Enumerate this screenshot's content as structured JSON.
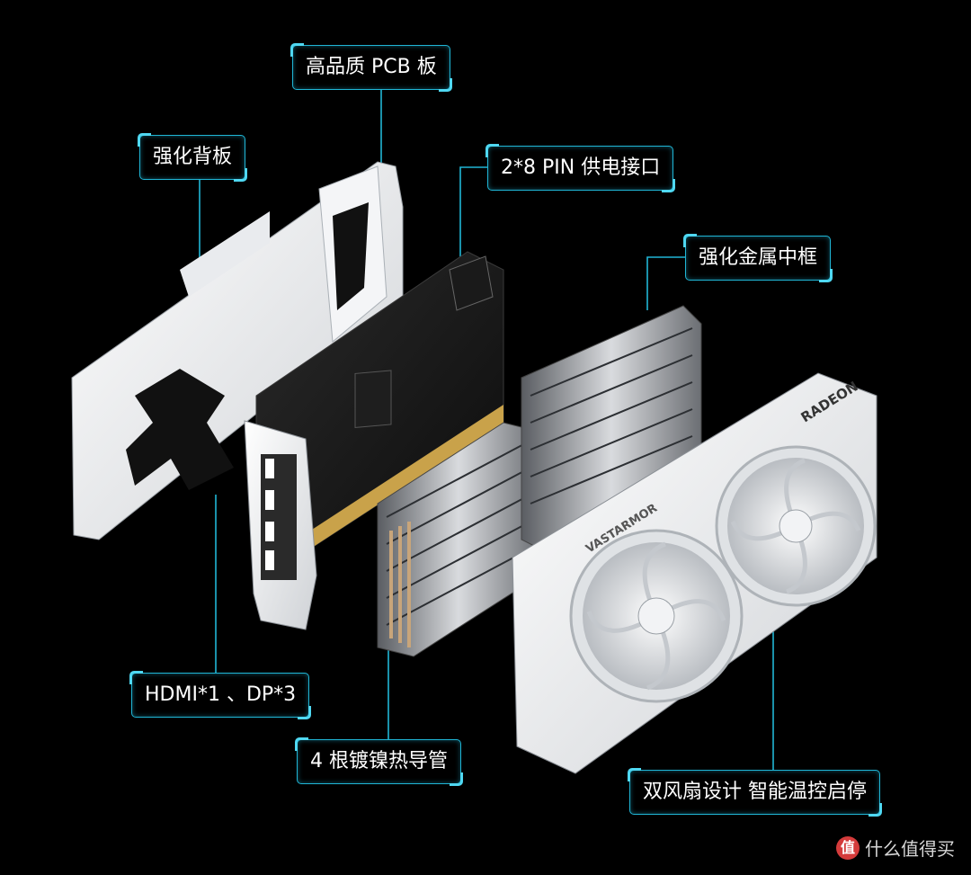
{
  "labels": {
    "pcb": "高品质 PCB 板",
    "backplate": "强化背板",
    "power": "2*8 PIN 供电接口",
    "frame": "强化金属中框",
    "io": "HDMI*1 、DP*3",
    "heatpipes": "4 根镀镍热导管",
    "fans": "双风扇设计 智能温控启停"
  },
  "product_text": {
    "radeon": "RADEON",
    "brand": "VASTARMOR"
  },
  "watermark": {
    "icon": "值",
    "text": "什么值得买"
  },
  "colors": {
    "accent": "#20b6d6",
    "background": "#000000"
  }
}
